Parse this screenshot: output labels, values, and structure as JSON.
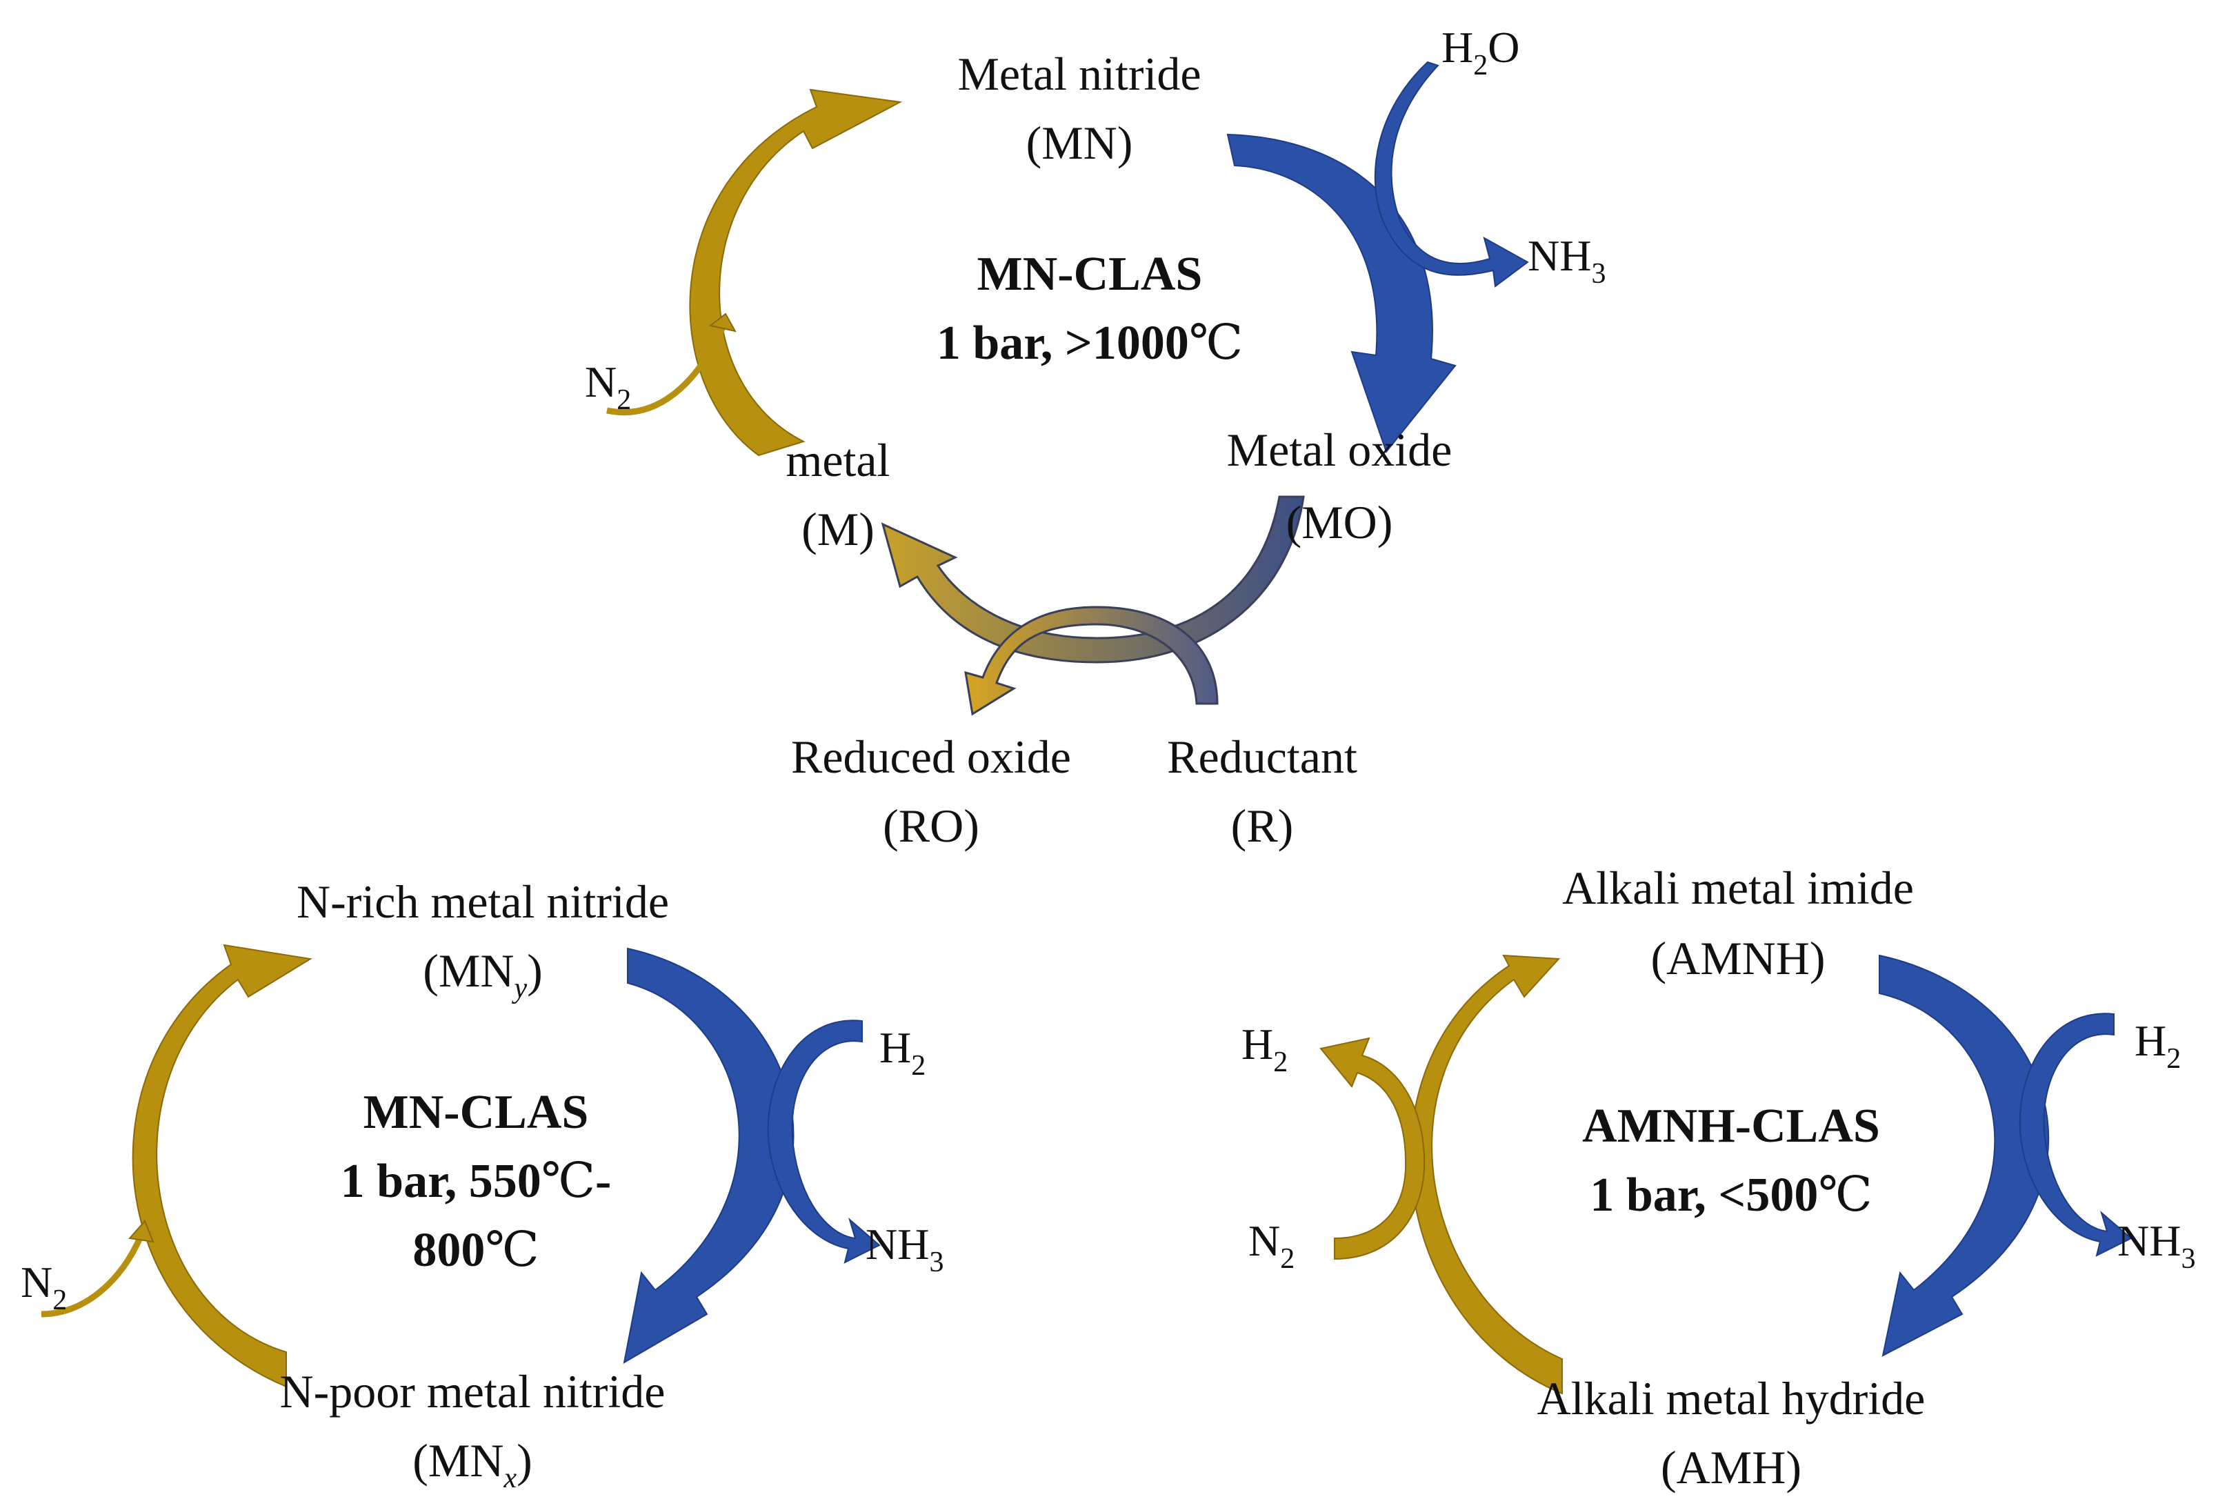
{
  "colors": {
    "gold": "#B8900F",
    "gold_dark": "#8A6A08",
    "blue": "#2A50A8",
    "blue_dark": "#1E3C86",
    "slate": "#5A6285"
  },
  "top_cycle": {
    "title": "MN-CLAS",
    "conditions_prefix": "1 bar, >1000",
    "conditions_unit": "℃",
    "nodes": {
      "metal_nitride": {
        "name": "Metal nitride",
        "formula": "(MN)"
      },
      "metal_oxide": {
        "name": "Metal oxide",
        "formula": "(MO)"
      },
      "metal": {
        "name": "metal",
        "formula": "(M)"
      },
      "reduced_oxide": {
        "name": "Reduced oxide",
        "formula": "(RO)"
      },
      "reductant": {
        "name": "Reductant",
        "formula": "(R)"
      }
    },
    "species": {
      "h2o": {
        "base": "H",
        "sub": "2",
        "tail": "O"
      },
      "nh3": {
        "base": "NH",
        "sub": "3"
      },
      "n2": {
        "base": "N",
        "sub": "2"
      }
    }
  },
  "bottom_left_cycle": {
    "title": "MN-CLAS",
    "conditions_line1_prefix": "1 bar, 550",
    "conditions_line1_suffix": "-",
    "conditions_line2_prefix": "800",
    "conditions_unit": "℃",
    "nodes": {
      "n_rich": {
        "name": "N-rich metal nitride",
        "formula_open": "(MN",
        "formula_sub": "y",
        "formula_close": ")"
      },
      "n_poor": {
        "name": "N-poor metal nitride",
        "formula_open": "(MN",
        "formula_sub": "x",
        "formula_close": ")"
      }
    },
    "species": {
      "h2": {
        "base": "H",
        "sub": "2"
      },
      "nh3": {
        "base": "NH",
        "sub": "3"
      },
      "n2": {
        "base": "N",
        "sub": "2"
      }
    }
  },
  "bottom_right_cycle": {
    "title": "AMNH-CLAS",
    "conditions_prefix": "1 bar, <500",
    "conditions_unit": "℃",
    "nodes": {
      "imide": {
        "name": "Alkali metal imide",
        "formula": "(AMNH)"
      },
      "hydride": {
        "name": "Alkali metal hydride",
        "formula": "(AMH)"
      }
    },
    "species": {
      "h2_out": {
        "base": "H",
        "sub": "2"
      },
      "n2_in": {
        "base": "N",
        "sub": "2"
      },
      "h2_in": {
        "base": "H",
        "sub": "2"
      },
      "nh3": {
        "base": "NH",
        "sub": "3"
      }
    }
  }
}
